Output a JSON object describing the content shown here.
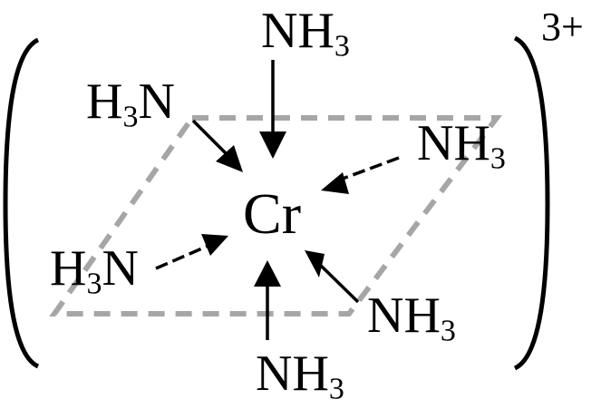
{
  "complex": {
    "center_atom": "Cr",
    "charge": "3+",
    "ligands": [
      {
        "id": "top",
        "label": "NH",
        "sub": "3",
        "sub_first": false
      },
      {
        "id": "upper-left",
        "label": "N",
        "sub": "3",
        "prefix": "H",
        "sub_first": true
      },
      {
        "id": "upper-right",
        "label": "NH",
        "sub": "3",
        "sub_first": false
      },
      {
        "id": "lower-left",
        "label": "N",
        "sub": "3",
        "prefix": "H",
        "sub_first": true
      },
      {
        "id": "lower-right",
        "label": "NH",
        "sub": "3",
        "sub_first": false
      },
      {
        "id": "bottom",
        "label": "NH",
        "sub": "3",
        "sub_first": false
      }
    ]
  },
  "colors": {
    "ink": "#000000",
    "dash": "#a6a6a6"
  }
}
